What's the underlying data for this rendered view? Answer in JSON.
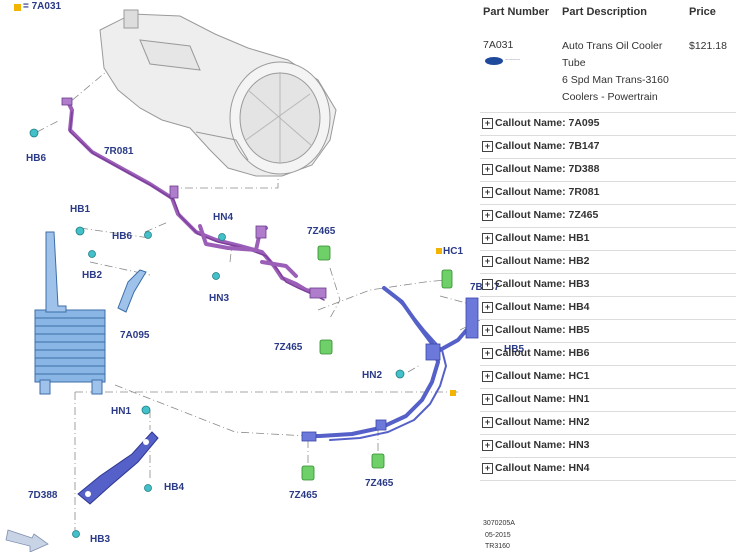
{
  "legend": {
    "part": "= 7A031",
    "color": "#f2b400"
  },
  "diagram": {
    "labels": {
      "hb6_top": "HB6",
      "r081": "7R081",
      "hb1": "HB1",
      "hb2": "HB2",
      "hb6_mid": "HB6",
      "hn4": "HN4",
      "hn3": "HN3",
      "z465_top": "7Z465",
      "hc1": "HC1",
      "b147": "7B147",
      "hb5": "HB5",
      "a095": "7A095",
      "z465_mid": "7Z465",
      "hn2": "HN2",
      "hn1": "HN1",
      "hb4": "HB4",
      "d388": "7D388",
      "z465_b1": "7Z465",
      "z465_b2": "7Z465",
      "hb3": "HB3"
    }
  },
  "parts_table": {
    "headers": {
      "part_number": "Part Number",
      "description": "Part Description",
      "price": "Price"
    },
    "row": {
      "part_number": "7A031",
      "brand_icon": "ford-logo-icon",
      "description_lines": [
        "Auto Trans Oil Cooler",
        "Tube",
        "6 Spd Man Trans-3160",
        "Coolers - Powertrain"
      ],
      "price": "$121.18"
    },
    "callouts": [
      "Callout Name: 7A095",
      "Callout Name: 7B147",
      "Callout Name: 7D388",
      "Callout Name: 7R081",
      "Callout Name: 7Z465",
      "Callout Name: HB1",
      "Callout Name: HB2",
      "Callout Name: HB3",
      "Callout Name: HB4",
      "Callout Name: HB5",
      "Callout Name: HB6",
      "Callout Name: HC1",
      "Callout Name: HN1",
      "Callout Name: HN2",
      "Callout Name: HN3",
      "Callout Name: HN4"
    ],
    "footer": [
      "3070205A",
      "05-2015",
      "TR3160"
    ]
  }
}
